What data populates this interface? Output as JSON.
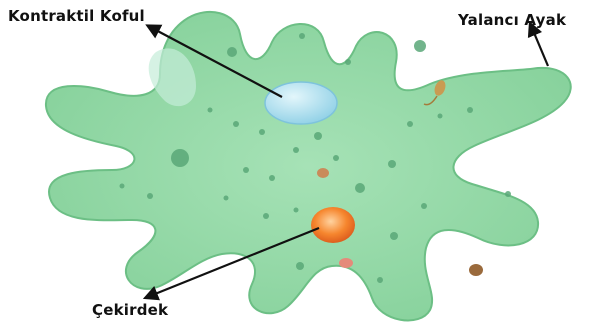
{
  "diagram": {
    "labels": {
      "contractile_vacuole": "Kontraktil Koful",
      "pseudopod": "Yalancı Ayak",
      "nucleus": "Çekirdek"
    }
  },
  "colors": {
    "cytoplasm": "#93d8a6",
    "membrane": "#6cbf85",
    "vacuole": "#a9dcee",
    "nucleus": "#f07a2a",
    "arrow": "#111111"
  }
}
